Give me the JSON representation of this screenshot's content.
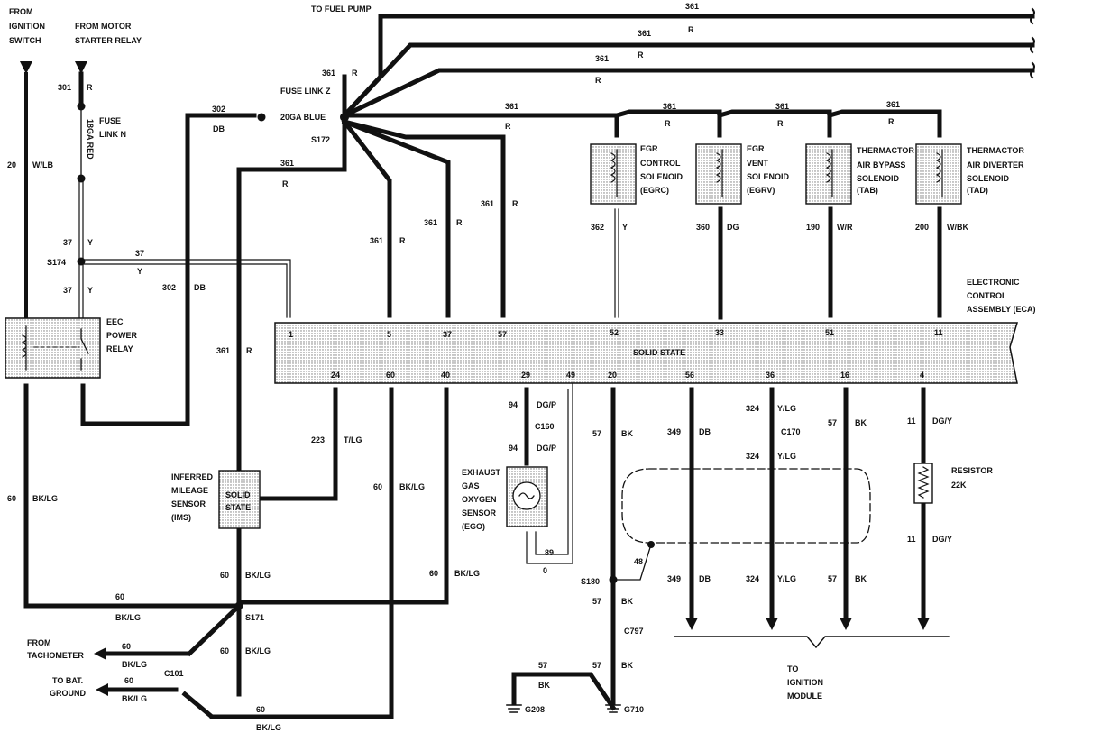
{
  "diagram": {
    "top_labels": {
      "from_ignition": [
        "FROM",
        "IGNITION",
        "SWITCH"
      ],
      "from_motor": [
        "FROM  MOTOR",
        "STARTER RELAY"
      ],
      "to_fuel_pump": "TO FUEL PUMP"
    },
    "fuse_link_n": {
      "lines": [
        "FUSE",
        "LINK N"
      ],
      "gauge": "18GA RED"
    },
    "fuse_link_z": {
      "line1": "FUSE LINK Z",
      "line2": "20GA BLUE"
    },
    "splices": {
      "s172": "S172",
      "s174": "S174",
      "s171": "S171",
      "s180": "S180"
    },
    "connectors": {
      "c160": "C160",
      "c170": "C170",
      "c101": "C101",
      "c797": "C797"
    },
    "grounds": {
      "g208": "G208",
      "g710": "G710"
    },
    "relay": [
      "EEC",
      "POWER",
      "RELAY"
    ],
    "eca": {
      "title": [
        "ELECTRONIC",
        "CONTROL",
        "ASSEMBLY (ECA)"
      ],
      "solid_state": "SOLID STATE",
      "top_pins": [
        "1",
        "5",
        "37",
        "57",
        "52",
        "33",
        "51",
        "11"
      ],
      "bottom_pins": [
        "24",
        "60",
        "40",
        "29",
        "49",
        "20",
        "56",
        "36",
        "16",
        "4"
      ]
    },
    "solenoids": [
      {
        "lines": [
          "EGR",
          "CONTROL",
          "SOLENOID",
          "(EGRC)"
        ],
        "wire_num": "362",
        "wire_color": "Y"
      },
      {
        "lines": [
          "EGR",
          "VENT",
          "SOLENOID",
          "(EGRV)"
        ],
        "wire_num": "360",
        "wire_color": "DG"
      },
      {
        "lines": [
          "THERMACTOR",
          "AIR BYPASS",
          "SOLENOID",
          "(TAB)"
        ],
        "wire_num": "190",
        "wire_color": "W/R"
      },
      {
        "lines": [
          "THERMACTOR",
          "AIR DIVERTER",
          "SOLENOID",
          "(TAD)"
        ],
        "wire_num": "200",
        "wire_color": "W/BK"
      }
    ],
    "ims": {
      "label": [
        "INFERRED",
        "MILEAGE",
        "SENSOR",
        "(IMS)"
      ],
      "inner": [
        "SOLID",
        "STATE"
      ]
    },
    "ego": [
      "EXHAUST",
      "GAS",
      "OXYGEN",
      "SENSOR",
      "(EGO)"
    ],
    "resistor": {
      "label": "RESISTOR",
      "value": "22K"
    },
    "from_tach": [
      "FROM",
      "TACHOMETER"
    ],
    "to_bat": [
      "TO  BAT.",
      "GROUND"
    ],
    "to_ignition": [
      "TO",
      "IGNITION",
      "MODULE"
    ],
    "wire_labels": {
      "n361": "361",
      "r": "R",
      "n301": "301",
      "n302": "302",
      "db": "DB",
      "n20": "20",
      "wlb": "W/LB",
      "n37": "37",
      "y": "Y",
      "n60": "60",
      "bklg": "BK/LG",
      "n223": "223",
      "tlg": "T/LG",
      "n94": "94",
      "dgp": "DG/P",
      "n89": "89",
      "zero": "0",
      "n57": "57",
      "bk": "BK",
      "n349": "349",
      "n324": "324",
      "ylg": "Y/LG",
      "n11": "11",
      "dgy": "DG/Y",
      "n48": "48"
    }
  }
}
